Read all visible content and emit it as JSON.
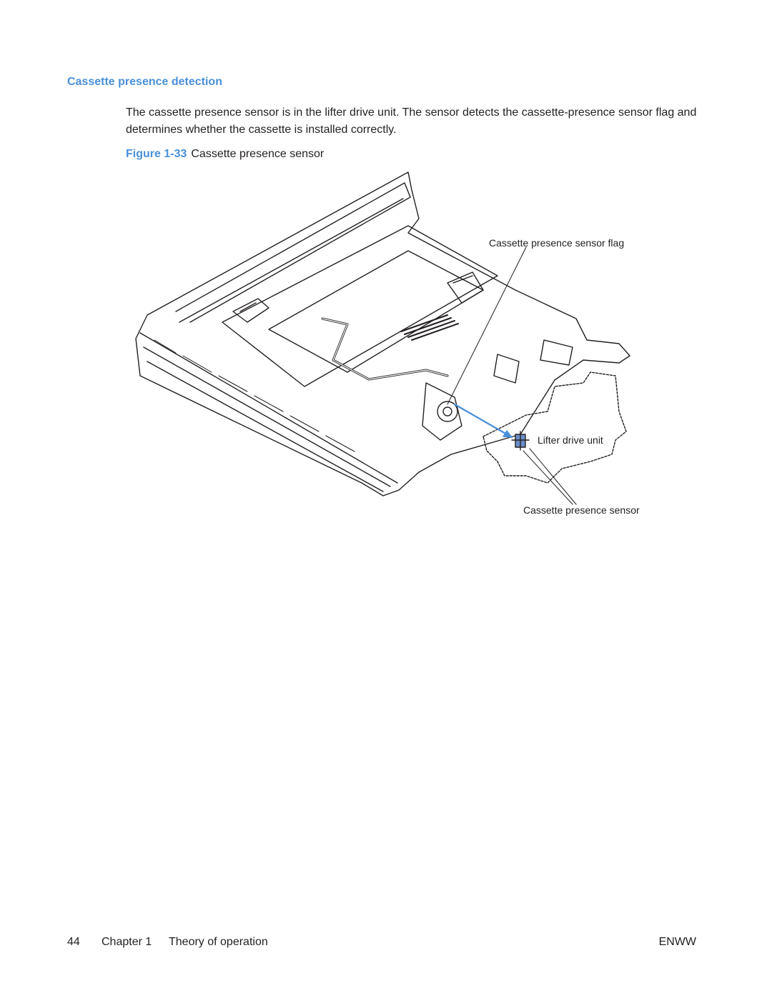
{
  "heading": "Cassette presence detection",
  "paragraph": "The cassette presence sensor is in the lifter drive unit. The sensor detects the cassette-presence sensor flag and determines whether the cassette is installed correctly.",
  "figure": {
    "label": "Figure 1",
    "number": "-33",
    "title": "Cassette presence sensor",
    "callouts": {
      "flag": "Cassette presence sensor flag",
      "lifter": "Lifter drive unit",
      "sensor": "Cassette presence sensor"
    }
  },
  "colors": {
    "accent": "#4a90d9",
    "text": "#231f20"
  },
  "footer": {
    "page_number": "44",
    "chapter": "Chapter 1",
    "chapter_title": "Theory of operation",
    "code": "ENWW"
  }
}
